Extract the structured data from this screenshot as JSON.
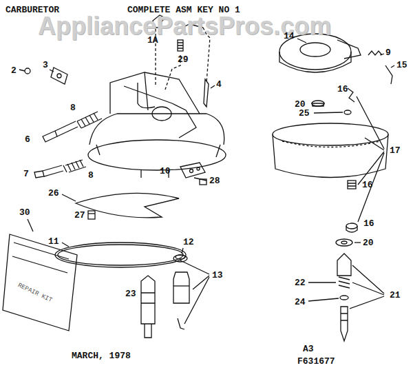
{
  "diagram": {
    "labels": [
      "AppliancePartsPros.com",
      "CARBURETOR",
      "COMPLETE ASM KEY NO 1",
      "1A",
      "29",
      "2",
      "3",
      "4",
      "8",
      "6",
      "7",
      "8",
      "10",
      "28",
      "26",
      "27",
      "30",
      "11",
      "12",
      "13",
      "23",
      "MARCH, 1978",
      "14",
      "9",
      "15",
      "20",
      "16",
      "25",
      "17",
      "16",
      "16",
      "20",
      "22",
      "21",
      "24",
      "A3",
      "F631677",
      "REPAIR KIT"
    ]
  }
}
